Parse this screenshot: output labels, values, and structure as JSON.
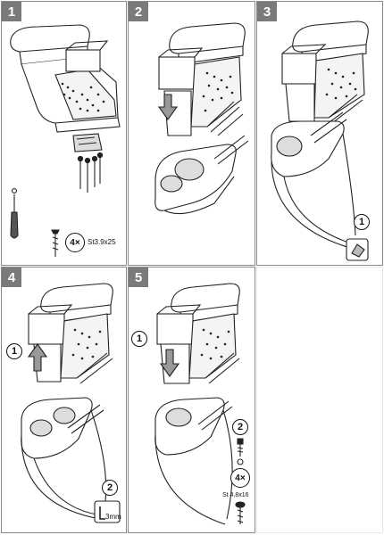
{
  "steps": [
    {
      "number": "1",
      "quantity": "4×",
      "screw_spec": "St3.9x25"
    },
    {
      "number": "2"
    },
    {
      "number": "3",
      "callout": "1"
    },
    {
      "number": "4",
      "callout_a": "1",
      "callout_b": "2",
      "hex_size": "3mm"
    },
    {
      "number": "5",
      "callout_a": "1",
      "callout_b": "2",
      "quantity": "4×",
      "screw_spec": "St 4,8x16"
    }
  ],
  "colors": {
    "border": "#8a8a8a",
    "badge": "#7a7a7a",
    "line": "#222222"
  }
}
